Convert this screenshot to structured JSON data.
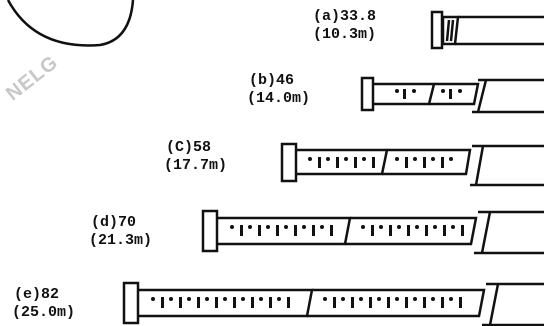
{
  "watermark": "NELG",
  "booms": [
    {
      "label": "(a)33.8",
      "metric": "(10.3m)"
    },
    {
      "label": "(b)46",
      "metric": "(14.0m)"
    },
    {
      "label": "(C)58",
      "metric": "(17.7m)"
    },
    {
      "label": "(d)70",
      "metric": "(21.3m)"
    },
    {
      "label": "(e)82",
      "metric": "(25.0m)"
    }
  ],
  "colors": {
    "ink": "#111111",
    "watermark": "#c8c8c8"
  }
}
